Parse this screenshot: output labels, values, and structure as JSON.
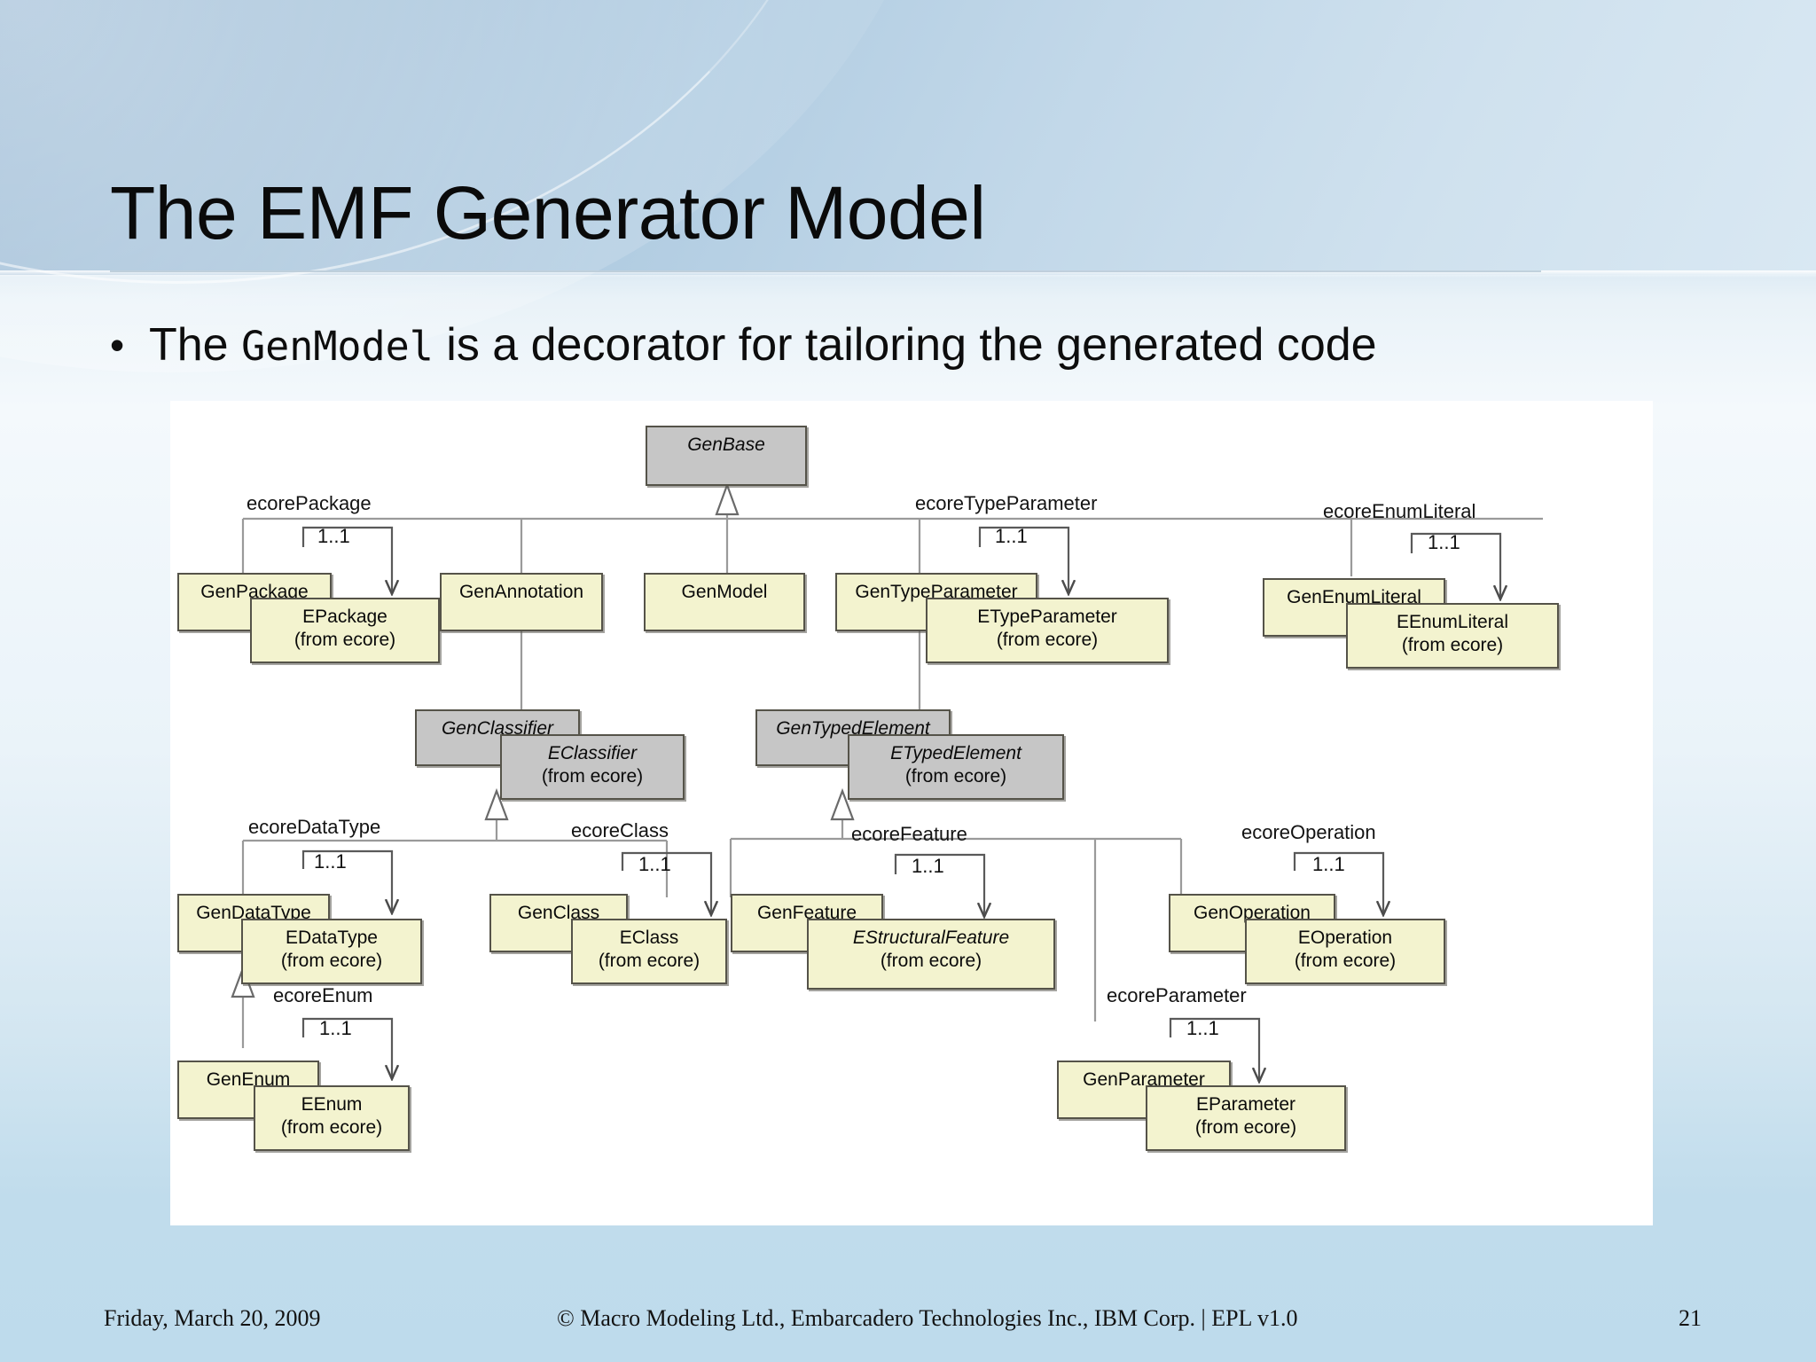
{
  "slide": {
    "title": "The EMF Generator Model",
    "bullet_marker": "•",
    "bullet_prefix": "The ",
    "bullet_code": "GenModel",
    "bullet_suffix": " is a decorator for tailoring the generated code"
  },
  "footer": {
    "date": "Friday, March 20, 2009",
    "copyright": "© Macro Modeling Ltd., Embarcadero Technologies Inc., IBM Corp. | EPL v1.0",
    "page_number": "21"
  },
  "colors": {
    "gen_class_fill": "#f3f3cf",
    "ecore_abstract_fill": "#c6c6c6",
    "node_border": "#555349",
    "canvas": "#ffffff",
    "slide_bg": "#c3dfee"
  },
  "chart_data": {
    "type": "diagram",
    "title": "EMF Generator Model class diagram",
    "notation": "UML class diagram — generalization (hollow triangle) and directed association with multiplicity",
    "nodes": [
      {
        "id": "GenBase",
        "name": "GenBase",
        "abstract": true,
        "fill": "gray",
        "from": ""
      },
      {
        "id": "GenPackage",
        "name": "GenPackage",
        "abstract": false,
        "fill": "yellow",
        "from": ""
      },
      {
        "id": "EPackage",
        "name": "EPackage",
        "abstract": false,
        "fill": "yellow",
        "from": "(from ecore)"
      },
      {
        "id": "GenAnnotation",
        "name": "GenAnnotation",
        "abstract": false,
        "fill": "yellow",
        "from": ""
      },
      {
        "id": "GenModel",
        "name": "GenModel",
        "abstract": false,
        "fill": "yellow",
        "from": ""
      },
      {
        "id": "GenTypeParameter",
        "name": "GenTypeParameter",
        "abstract": false,
        "fill": "yellow",
        "from": ""
      },
      {
        "id": "ETypeParameter",
        "name": "ETypeParameter",
        "abstract": false,
        "fill": "yellow",
        "from": "(from ecore)"
      },
      {
        "id": "GenEnumLiteral",
        "name": "GenEnumLiteral",
        "abstract": false,
        "fill": "yellow",
        "from": ""
      },
      {
        "id": "EEnumLiteral",
        "name": "EEnumLiteral",
        "abstract": false,
        "fill": "yellow",
        "from": "(from ecore)"
      },
      {
        "id": "GenClassifier",
        "name": "GenClassifier",
        "abstract": true,
        "fill": "gray",
        "from": ""
      },
      {
        "id": "EClassifier",
        "name": "EClassifier",
        "abstract": true,
        "fill": "gray",
        "from": "(from ecore)"
      },
      {
        "id": "GenTypedElement",
        "name": "GenTypedElement",
        "abstract": true,
        "fill": "gray",
        "from": ""
      },
      {
        "id": "ETypedElement",
        "name": "ETypedElement",
        "abstract": true,
        "fill": "gray",
        "from": "(from ecore)"
      },
      {
        "id": "GenDataType",
        "name": "GenDataType",
        "abstract": false,
        "fill": "yellow",
        "from": ""
      },
      {
        "id": "EDataType",
        "name": "EDataType",
        "abstract": false,
        "fill": "yellow",
        "from": "(from ecore)"
      },
      {
        "id": "GenClass",
        "name": "GenClass",
        "abstract": false,
        "fill": "yellow",
        "from": ""
      },
      {
        "id": "EClass",
        "name": "EClass",
        "abstract": false,
        "fill": "yellow",
        "from": "(from ecore)"
      },
      {
        "id": "GenFeature",
        "name": "GenFeature",
        "abstract": false,
        "fill": "yellow",
        "from": ""
      },
      {
        "id": "EStructuralFeature",
        "name": "EStructuralFeature",
        "abstract": true,
        "fill": "yellow",
        "from": "(from ecore)"
      },
      {
        "id": "GenOperation",
        "name": "GenOperation",
        "abstract": false,
        "fill": "yellow",
        "from": ""
      },
      {
        "id": "EOperation",
        "name": "EOperation",
        "abstract": false,
        "fill": "yellow",
        "from": "(from ecore)"
      },
      {
        "id": "GenEnum",
        "name": "GenEnum",
        "abstract": false,
        "fill": "yellow",
        "from": ""
      },
      {
        "id": "EEnum",
        "name": "EEnum",
        "abstract": false,
        "fill": "yellow",
        "from": "(from ecore)"
      },
      {
        "id": "GenParameter",
        "name": "GenParameter",
        "abstract": false,
        "fill": "yellow",
        "from": ""
      },
      {
        "id": "EParameter",
        "name": "EParameter",
        "abstract": false,
        "fill": "yellow",
        "from": "(from ecore)"
      }
    ],
    "generalizations": [
      {
        "from": "GenPackage",
        "to": "GenBase"
      },
      {
        "from": "GenAnnotation",
        "to": "GenBase"
      },
      {
        "from": "GenModel",
        "to": "GenBase"
      },
      {
        "from": "GenTypeParameter",
        "to": "GenBase"
      },
      {
        "from": "GenEnumLiteral",
        "to": "GenBase"
      },
      {
        "from": "GenClassifier",
        "to": "GenBase"
      },
      {
        "from": "GenTypedElement",
        "to": "GenBase"
      },
      {
        "from": "GenDataType",
        "to": "GenClassifier"
      },
      {
        "from": "GenClass",
        "to": "GenClassifier"
      },
      {
        "from": "GenFeature",
        "to": "GenTypedElement"
      },
      {
        "from": "GenOperation",
        "to": "GenTypedElement"
      },
      {
        "from": "GenParameter",
        "to": "GenTypedElement"
      },
      {
        "from": "GenEnum",
        "to": "GenDataType"
      }
    ],
    "associations": [
      {
        "source": "GenPackage",
        "target": "EPackage",
        "role": "ecorePackage",
        "multiplicity": "1..1"
      },
      {
        "source": "GenTypeParameter",
        "target": "ETypeParameter",
        "role": "ecoreTypeParameter",
        "multiplicity": "1..1"
      },
      {
        "source": "GenEnumLiteral",
        "target": "EEnumLiteral",
        "role": "ecoreEnumLiteral",
        "multiplicity": "1..1"
      },
      {
        "source": "GenDataType",
        "target": "EDataType",
        "role": "ecoreDataType",
        "multiplicity": "1..1"
      },
      {
        "source": "GenClass",
        "target": "EClass",
        "role": "ecoreClass",
        "multiplicity": "1..1"
      },
      {
        "source": "GenFeature",
        "target": "EStructuralFeature",
        "role": "ecoreFeature",
        "multiplicity": "1..1"
      },
      {
        "source": "GenOperation",
        "target": "EOperation",
        "role": "ecoreOperation",
        "multiplicity": "1..1"
      },
      {
        "source": "GenEnum",
        "target": "EEnum",
        "role": "ecoreEnum",
        "multiplicity": "1..1"
      },
      {
        "source": "GenParameter",
        "target": "EParameter",
        "role": "ecoreParameter",
        "multiplicity": "1..1"
      }
    ],
    "role_labels": [
      "ecorePackage",
      "ecoreTypeParameter",
      "ecoreEnumLiteral",
      "ecoreDataType",
      "ecoreClass",
      "ecoreFeature",
      "ecoreOperation",
      "ecoreEnum",
      "ecoreParameter"
    ],
    "multiplicity_labels": [
      "1..1",
      "1..1",
      "1..1",
      "1..1",
      "1..1",
      "1..1",
      "1..1",
      "1..1",
      "1..1"
    ]
  }
}
